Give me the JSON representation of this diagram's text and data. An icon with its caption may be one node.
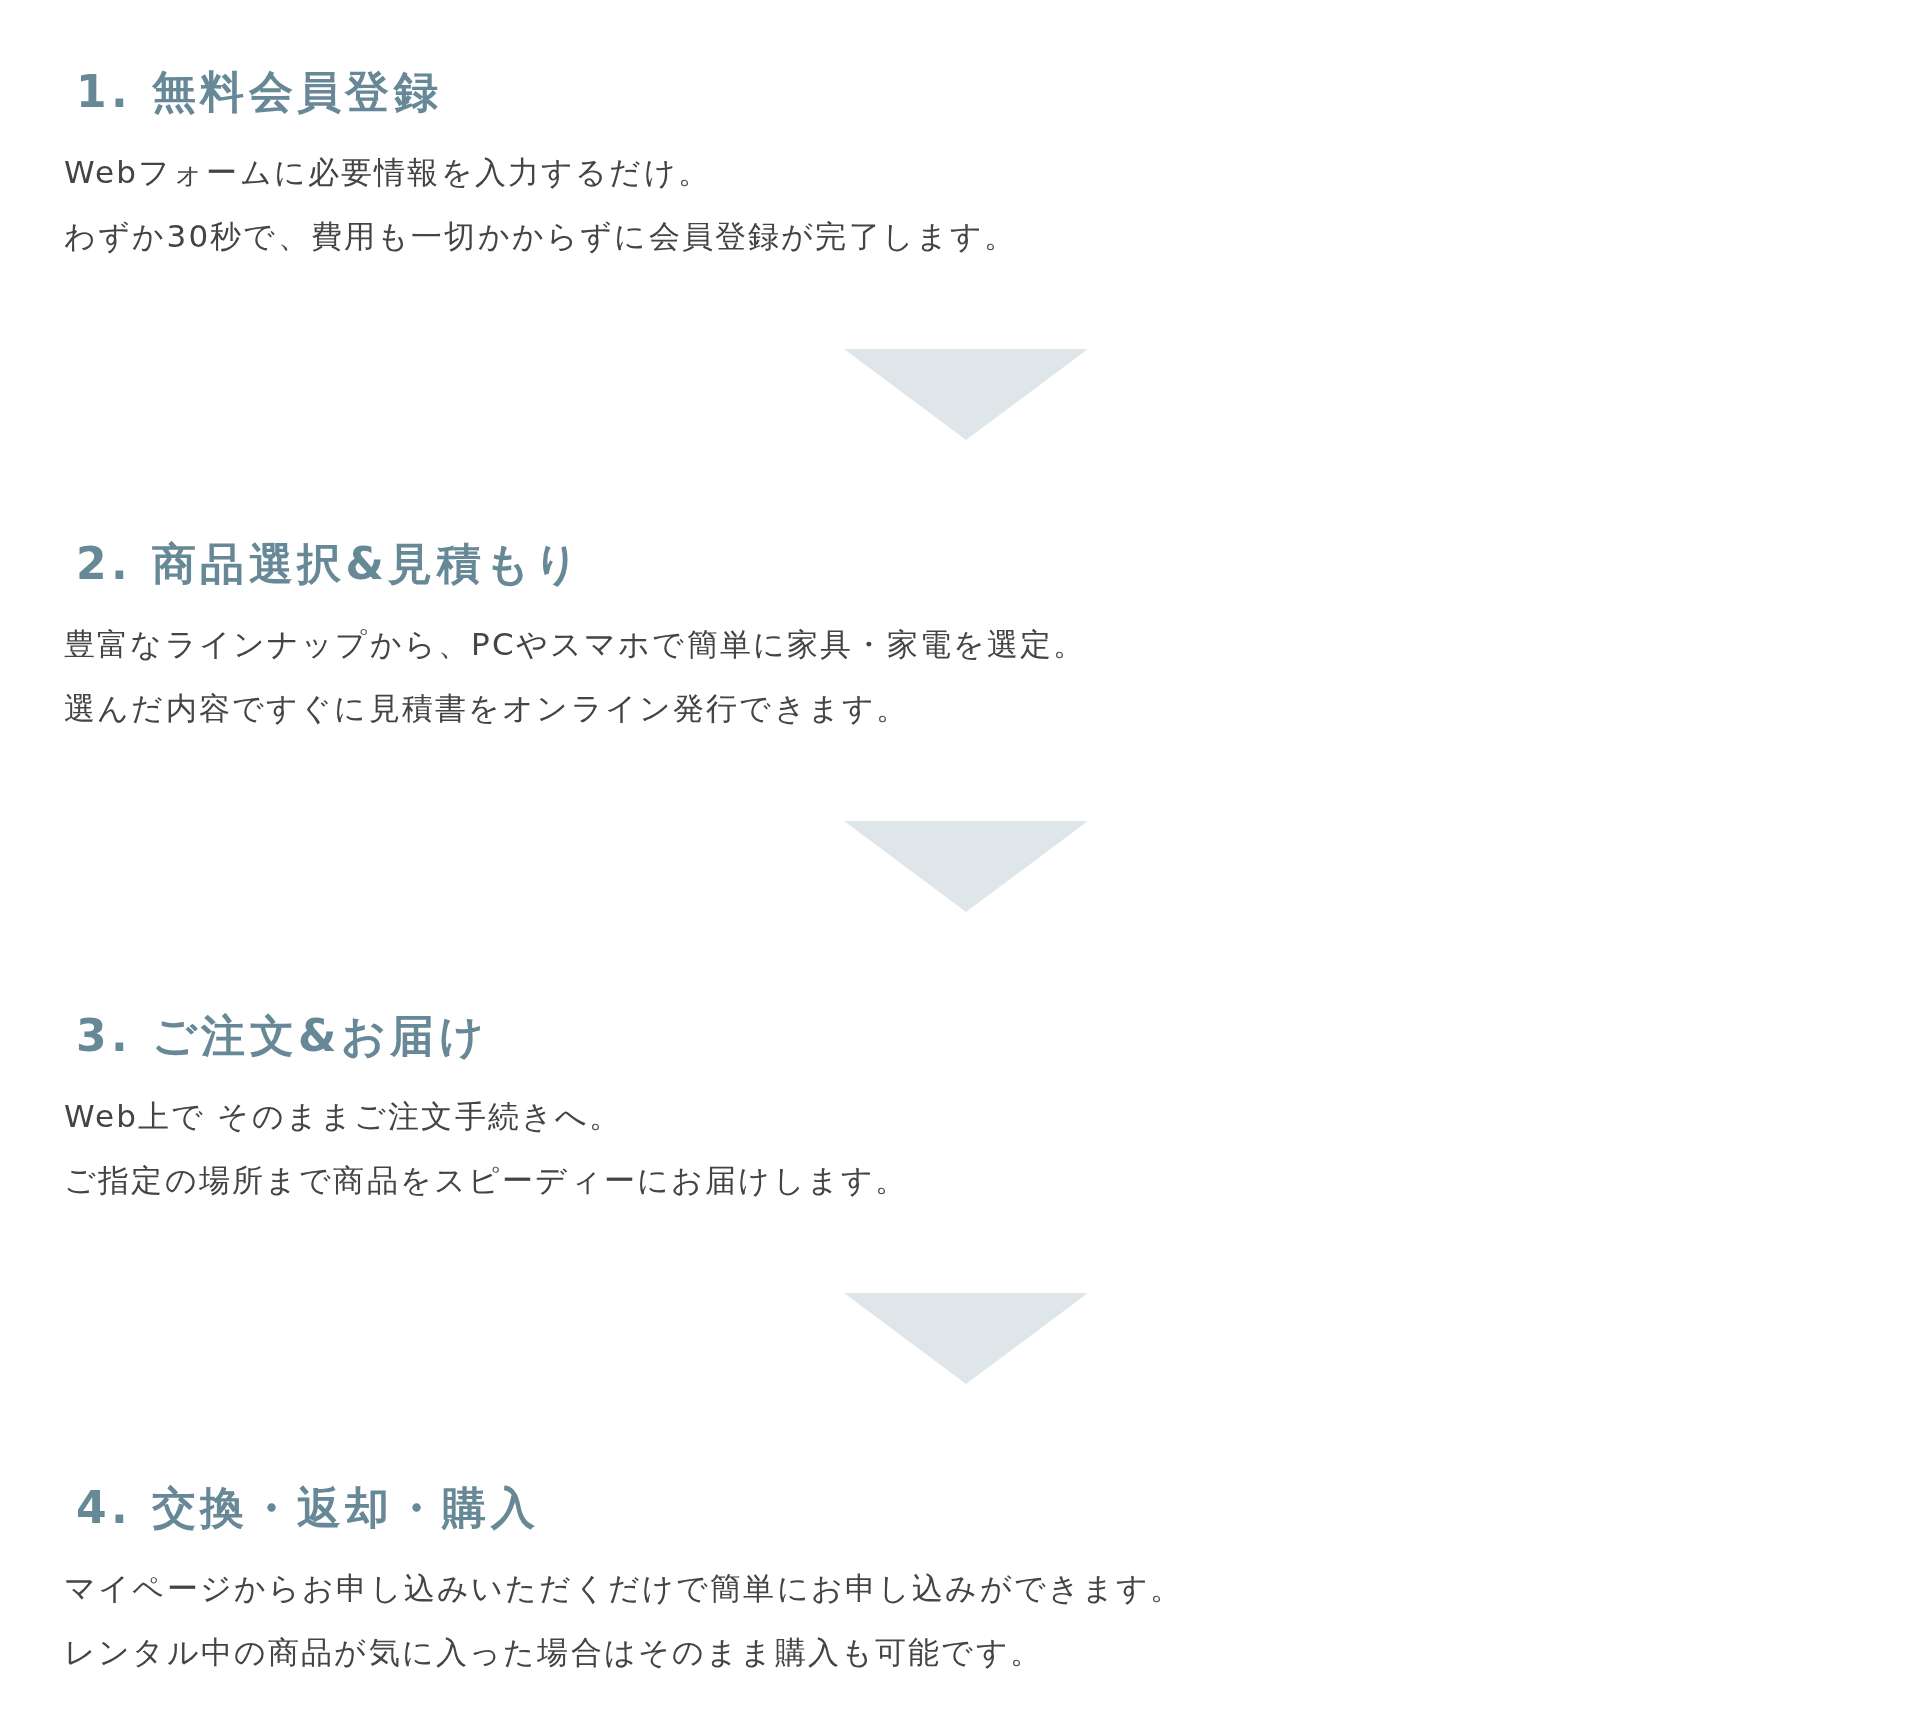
{
  "diagram": {
    "nodes": [
      {
        "text": [
          "1. 無料会員登録",
          "Webフォームに必要情報を入力するだけ。",
          "わずか30秒で、費用も一切かからずに会員登録が完了します。"
        ]
      },
      {
        "text": [
          "2. 商品選択&見積もり",
          "豊富なラインナップから、PCやスマホで簡単に家具・家電を選定。",
          "選んだ内容ですぐに見積書をオンライン発行できます。"
        ]
      },
      {
        "text": [
          "3. ご注文&お届け",
          "Web上で そのままご注文手続きへ。",
          "ご指定の場所まで商品をスピーディーにお届けします。"
        ]
      },
      {
        "text": [
          "4. 交換・返却・購入",
          "マイページからお申し込みいただくだけで簡単にお申し込みができます。",
          "レンタル中の商品が気に入った場合はそのまま購入も可能です。"
        ]
      }
    ],
    "edges": [
      {
        "from": 0,
        "to": 1,
        "arrow": "to"
      },
      {
        "from": 1,
        "to": 2,
        "arrow": "to"
      },
      {
        "from": 2,
        "to": 3,
        "arrow": "to"
      }
    ]
  }
}
